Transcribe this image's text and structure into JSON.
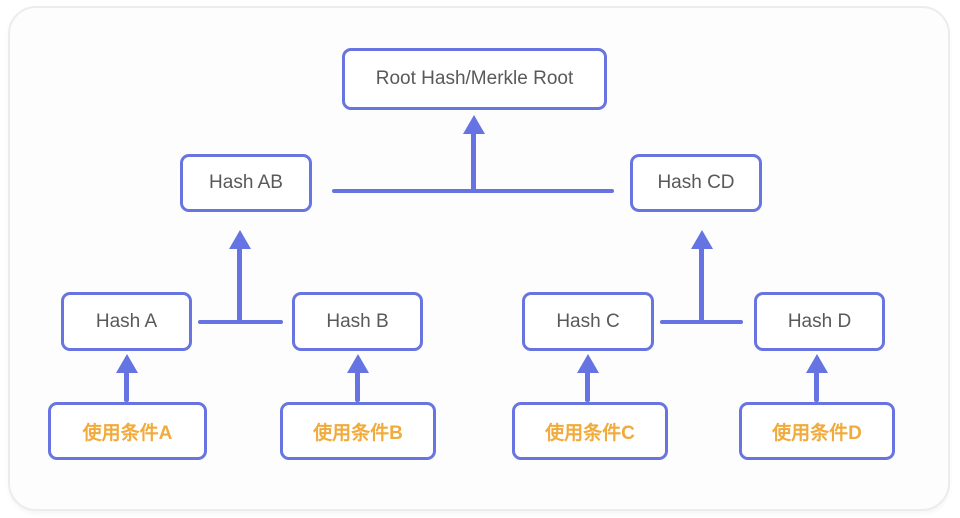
{
  "diagram": {
    "type": "merkle-tree",
    "nodes": {
      "root": "Root Hash/Merkle Root",
      "hash_ab": "Hash AB",
      "hash_cd": "Hash CD",
      "hash_a": "Hash A",
      "hash_b": "Hash B",
      "hash_c": "Hash C",
      "hash_d": "Hash D",
      "cond_a": "使用条件A",
      "cond_b": "使用条件B",
      "cond_c": "使用条件C",
      "cond_d": "使用条件D"
    },
    "edges": [
      {
        "from": "hash_ab",
        "to": "root"
      },
      {
        "from": "hash_cd",
        "to": "root"
      },
      {
        "from": "hash_a",
        "to": "hash_ab"
      },
      {
        "from": "hash_b",
        "to": "hash_ab"
      },
      {
        "from": "hash_c",
        "to": "hash_cd"
      },
      {
        "from": "hash_d",
        "to": "hash_cd"
      },
      {
        "from": "cond_a",
        "to": "hash_a"
      },
      {
        "from": "cond_b",
        "to": "hash_b"
      },
      {
        "from": "cond_c",
        "to": "hash_c"
      },
      {
        "from": "cond_d",
        "to": "hash_d"
      }
    ]
  },
  "colors": {
    "accent": "#6874e0",
    "arrow": "#6673e3",
    "hash-text": "#595959",
    "cond-text": "#f0ab3c",
    "card-border": "#ececec",
    "card-bg": "#fdfdfd"
  }
}
